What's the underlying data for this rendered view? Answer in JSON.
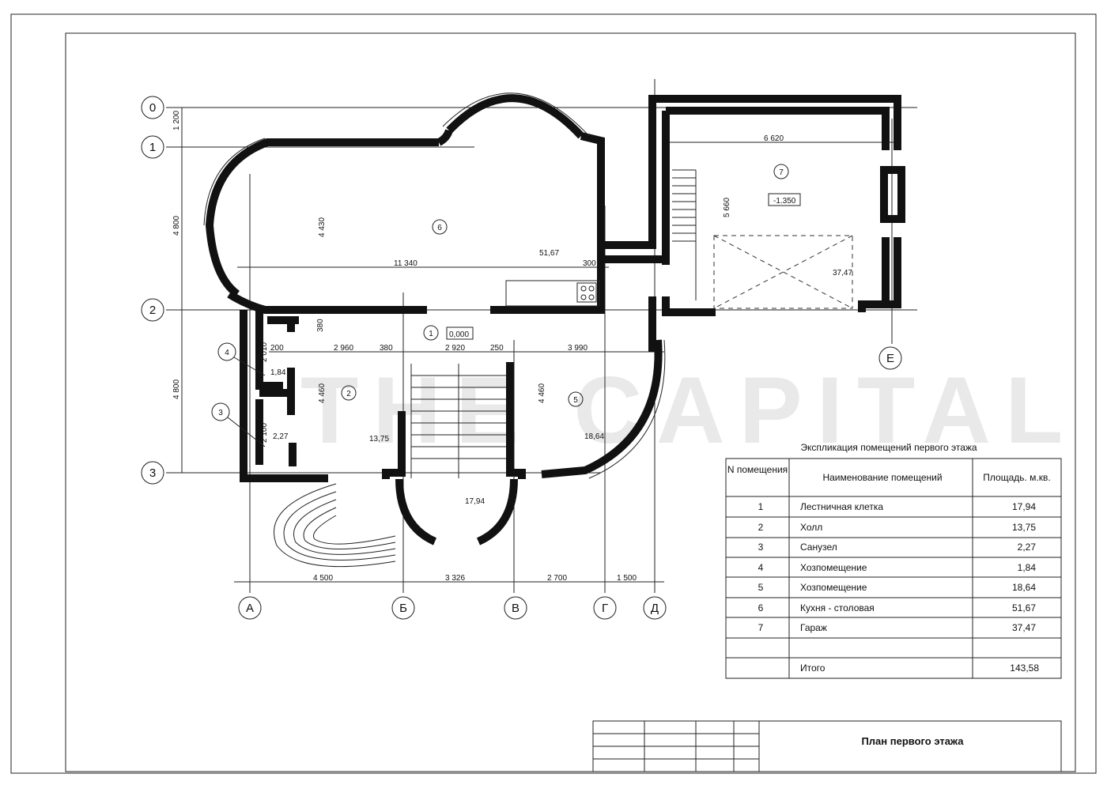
{
  "plan": {
    "axes_rows": [
      "0",
      "1",
      "2",
      "3"
    ],
    "axes_cols": [
      "А",
      "Б",
      "В",
      "Г",
      "Д"
    ],
    "axis_e": "Е",
    "dims_left": [
      "1 200",
      "4 800",
      "4 800"
    ],
    "dims_inner_left": [
      "4 430",
      "4 460",
      "380",
      "4 460"
    ],
    "dims_bottom": [
      "4 500",
      "3 326",
      "2 700",
      "1 500"
    ],
    "dims_mid": [
      "200",
      "2 960",
      "380",
      "2 920",
      "250",
      "3 990"
    ],
    "dim_11340": "11 340",
    "dim_300": "300",
    "dim_2010": "2 010",
    "dim_2100": "2 100",
    "dim_6620": "6 620",
    "dim_5660": "5 660",
    "level_0": "0,000",
    "level_garage": "-1.350",
    "room_numbers": [
      "1",
      "2",
      "3",
      "4",
      "5",
      "6",
      "7"
    ],
    "room_areas": {
      "r1": "17,94",
      "r2": "13,75",
      "r3": "2,27",
      "r4": "1,84",
      "r5": "18,64",
      "r6": "51,67",
      "r7": "37,47"
    },
    "watermark": "THE CAPITAL"
  },
  "explication": {
    "title": "Экспликация помещений первого этажа",
    "headers": [
      "N помещения",
      "Наименование помещений",
      "Площадь. м.кв."
    ],
    "rows": [
      [
        "1",
        "Лестничная клетка",
        "17,94"
      ],
      [
        "2",
        "Холл",
        "13,75"
      ],
      [
        "3",
        "Санузел",
        "2,27"
      ],
      [
        "4",
        "Хозпомещение",
        "1,84"
      ],
      [
        "5",
        "Хозпомещение",
        "18,64"
      ],
      [
        "6",
        "Кухня - столовая",
        "51,67"
      ],
      [
        "7",
        "Гараж",
        "37,47"
      ]
    ],
    "total_label": "Итого",
    "total_value": "143,58"
  },
  "title_block": {
    "title": "План первого этажа"
  }
}
